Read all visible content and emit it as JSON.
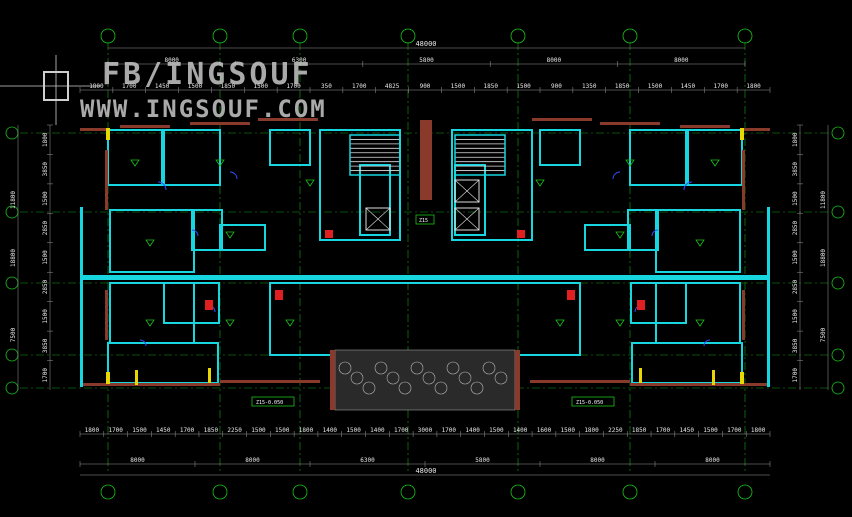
{
  "watermark": {
    "line1": "FB/INGSOUF",
    "line2": "WWW.INGSOUF.COM"
  },
  "overall_dim": "48000",
  "top_dims_mid": [
    "8000",
    "6300",
    "5800",
    "8000",
    "8000"
  ],
  "top_dims_fine": [
    "1800",
    "1700",
    "1450",
    "1500",
    "1850",
    "1500",
    "1700",
    "350",
    "1700",
    "4825",
    "900",
    "1500",
    "1850",
    "1500",
    "900",
    "1350",
    "1850",
    "1500",
    "1450",
    "1700",
    "1800"
  ],
  "bottom_dims_fine": [
    "1800",
    "1700",
    "1500",
    "1450",
    "1700",
    "1850",
    "2250",
    "1500",
    "1500",
    "1800",
    "1400",
    "1500",
    "1400",
    "1700",
    "3000",
    "1700",
    "1400",
    "1500",
    "1400",
    "1600",
    "1500",
    "1800",
    "2250",
    "1850",
    "1700",
    "1450",
    "1500",
    "1700",
    "1800"
  ],
  "bottom_dims_mid": [
    "8000",
    "8000",
    "6300",
    "5800",
    "8000",
    "8000"
  ],
  "left_dims": [
    "1800",
    "3850",
    "1500",
    "2850",
    "1500",
    "2850",
    "1500",
    "3850",
    "1700"
  ],
  "left_totals": [
    "11800",
    "18800",
    "7500"
  ],
  "right_dims": [
    "1800",
    "3850",
    "1500",
    "2850",
    "1500",
    "2850",
    "1500",
    "3850",
    "1700"
  ],
  "right_totals": [
    "11800",
    "18800",
    "7500"
  ],
  "labels": {
    "elev_left": "Z15-0.050",
    "elev_right": "Z15-0.050",
    "center_tag": "Z15"
  },
  "colors": {
    "wall_cyan": "#17d6e0",
    "wall_brown": "#8a3a2a",
    "grid_green": "#19c419",
    "dim_line": "#9a9a9a",
    "accent_yellow": "#e6d800",
    "accent_red": "#e02020",
    "accent_blue": "#2f4fff"
  },
  "icons": [
    "grid-axis-bubble-icon",
    "stair-icon",
    "elevator-icon",
    "door-swing-icon",
    "room-marker-icon"
  ]
}
